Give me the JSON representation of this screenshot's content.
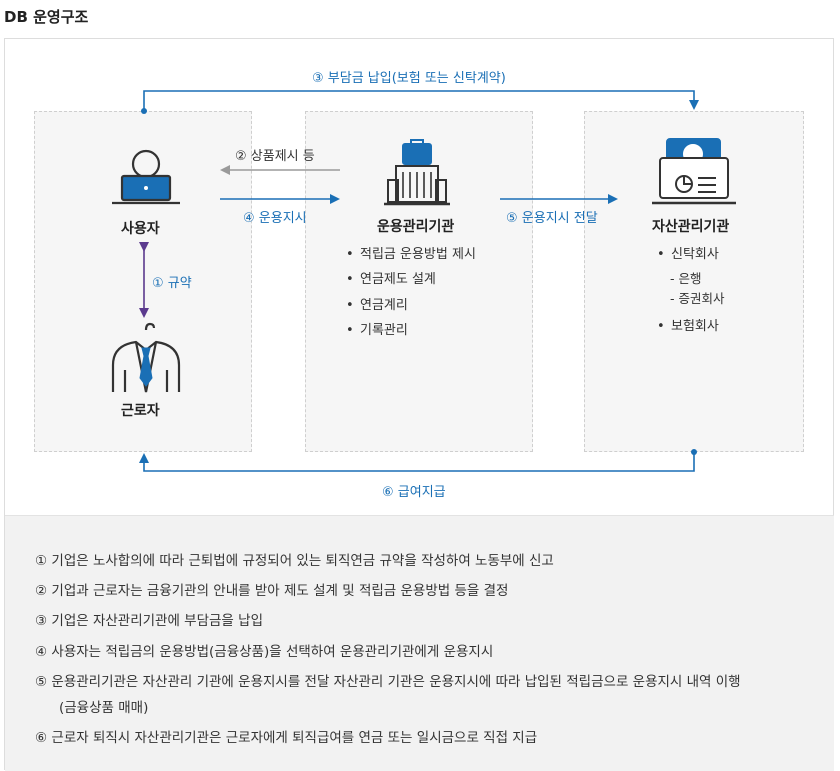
{
  "title": "DB 운영구조",
  "flows": {
    "top": "③ 부담금 납입(보험 또는 신탁계약)",
    "bottom": "⑥ 급여지급",
    "product": "② 상품제시 등",
    "instruction": "④ 운용지시",
    "delivery": "⑤ 운용지시 전달",
    "agreement": "① 규약"
  },
  "nodes": {
    "user": "사용자",
    "worker": "근로자",
    "manager": {
      "label": "운용관리기관",
      "items": [
        "적립금 운용방법 제시",
        "연금제도 설계",
        "연금계리",
        "기록관리"
      ]
    },
    "custodian": {
      "label": "자산관리기관",
      "items": [
        {
          "text": "신탁회사",
          "sub": [
            "- 은행",
            "- 증권회사"
          ]
        },
        {
          "text": "보험회사",
          "sub": []
        }
      ]
    }
  },
  "notes": [
    "① 기업은 노사합의에 따라 근퇴법에 규정되어 있는 퇴직연금 규약을 작성하여 노동부에 신고",
    "② 기업과 근로자는 금융기관의 안내를 받아 제도 설계 및 적립금 운용방법 등을 결정",
    "③ 기업은 자산관리기관에 부담금을 납입",
    "④ 사용자는 적립금의 운용방법(금융상품)을 선택하여 운용관리기관에게 운용지시",
    "⑤ 운용관리기관은 자산관리 기관에 운용지시를 전달 자산관리 기관은 운용지시에 따라 납입된 적립금으로 운용지시 내역 이행",
    "(금융상품 매매)",
    "⑥ 근로자 퇴직시 자산관리기관은 근로자에게 퇴직급여를 연금 또는 일시금으로 직접 지급"
  ],
  "colors": {
    "accent": "#1a6fb5",
    "agreement_arrow": "#5b3a8e",
    "product_arrow": "#9a9a9a"
  }
}
